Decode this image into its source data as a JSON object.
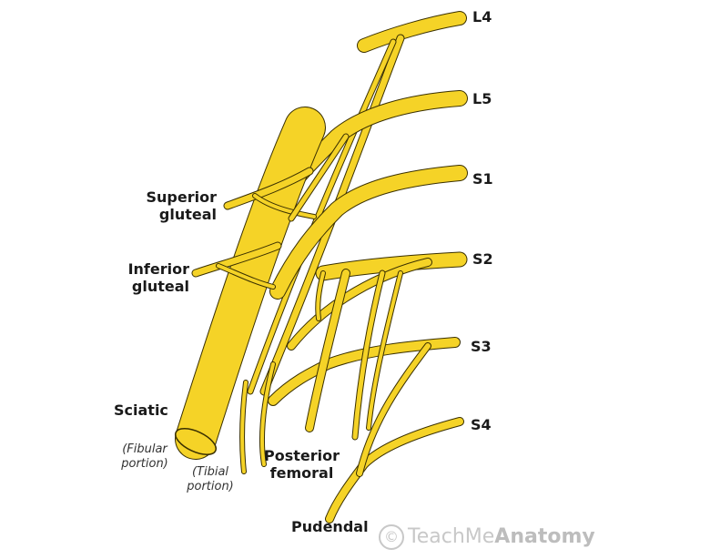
{
  "title": "Sacral plexus",
  "colors": {
    "nerve": "#f5d327",
    "outline": "#3a3000",
    "label": "#1a1a1a"
  },
  "roots": [
    "L4",
    "L5",
    "S1",
    "S2",
    "S3",
    "S4"
  ],
  "branches": {
    "superior_gluteal": [
      "Superior",
      "gluteal"
    ],
    "inferior_gluteal": [
      "Inferior",
      "gluteal"
    ],
    "sciatic": "Sciatic",
    "fibular_portion": [
      "(Fibular",
      "portion)"
    ],
    "tibial_portion": [
      "(Tibial",
      "portion)"
    ],
    "posterior_femoral": [
      "Posterior",
      "femoral"
    ],
    "pudendal": "Pudendal"
  },
  "watermark": {
    "prefix": "Teach",
    "mid": "Me",
    "brand": "Anatomy",
    "symbol": "©"
  }
}
